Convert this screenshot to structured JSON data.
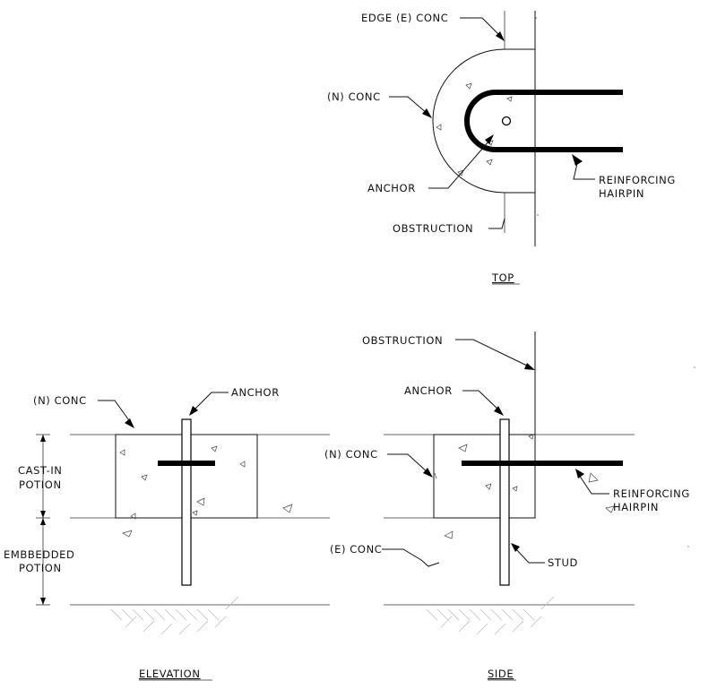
{
  "top_view": {
    "title": "TOP",
    "labels": {
      "edge_conc": "EDGE (E) CONC",
      "new_conc": "(N) CONC",
      "anchor": "ANCHOR",
      "obstruction": "OBSTRUCTION",
      "hairpin_line1": "REINFORCING",
      "hairpin_line2": "HAIRPIN"
    }
  },
  "elevation_view": {
    "title": "ELEVATION",
    "labels": {
      "new_conc": "(N) CONC",
      "anchor": "ANCHOR",
      "cast_in_line1": "CAST-IN",
      "cast_in_line2": "POTION",
      "embedded_line1": "EMBBEDDED",
      "embedded_line2": "POTION"
    }
  },
  "side_view": {
    "title": "SIDE",
    "labels": {
      "obstruction": "OBSTRUCTION",
      "anchor": "ANCHOR",
      "new_conc": "(N) CONC",
      "existing_conc": "(E) CONC",
      "stud": "STUD",
      "hairpin_line1": "REINFORCING",
      "hairpin_line2": "HAIRPIN"
    }
  }
}
